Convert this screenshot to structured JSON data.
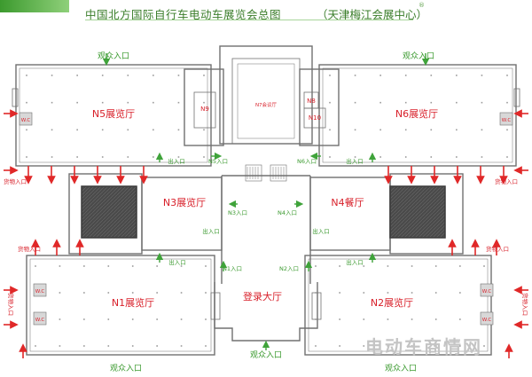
{
  "header": {
    "title": "中国北方国际自行车电动车展览会总图",
    "subtitle": "（天津梅江会展中心）",
    "mark": "®"
  },
  "halls": {
    "n5": "N5展览厅",
    "n6": "N6展览厅",
    "n3": "N3展览厅",
    "n4": "N4餐厅",
    "n1": "N1展览厅",
    "n2": "N2展览厅",
    "n7": "N7会议厅",
    "n8": "N8",
    "n9": "N9",
    "n10": "N10"
  },
  "lobby": "登录大厅",
  "entrances": {
    "audience_nw": "观众入口",
    "audience_ne": "观众入口",
    "audience_bottom_center": "观众入口",
    "audience_sw": "观众入口",
    "audience_se": "观众入口",
    "n5_entrance": "N5入口",
    "n6_entrance": "N6入口",
    "n3_entrance": "N3入口",
    "n4_entrance": "N4入口",
    "n1_entrance": "N1入口",
    "n2_entrance": "N2入口",
    "exit_1": "出入口",
    "exit_2": "出入口",
    "exit_3": "出入口",
    "exit_4": "出入口",
    "exit_5": "出入口",
    "exit_6": "出入口"
  },
  "cargo": {
    "left_upper": "货物入口",
    "left_lower": "货物入口",
    "right_upper": "货物入口",
    "right_lower": "货物入口",
    "left_side": "货物入口",
    "right_side": "货物入口"
  },
  "wc": "W.C",
  "watermark": "电动车商情网",
  "colors": {
    "wall": "#6e6e6e",
    "hall_label": "#d8202a",
    "entrance_label": "#3b9a2f",
    "arrow_red": "#e02828",
    "arrow_green": "#3fa33a",
    "wc_fill": "#d8d8d8",
    "courtyard_fill": "#555555",
    "watermark": "#bbbbbb"
  }
}
